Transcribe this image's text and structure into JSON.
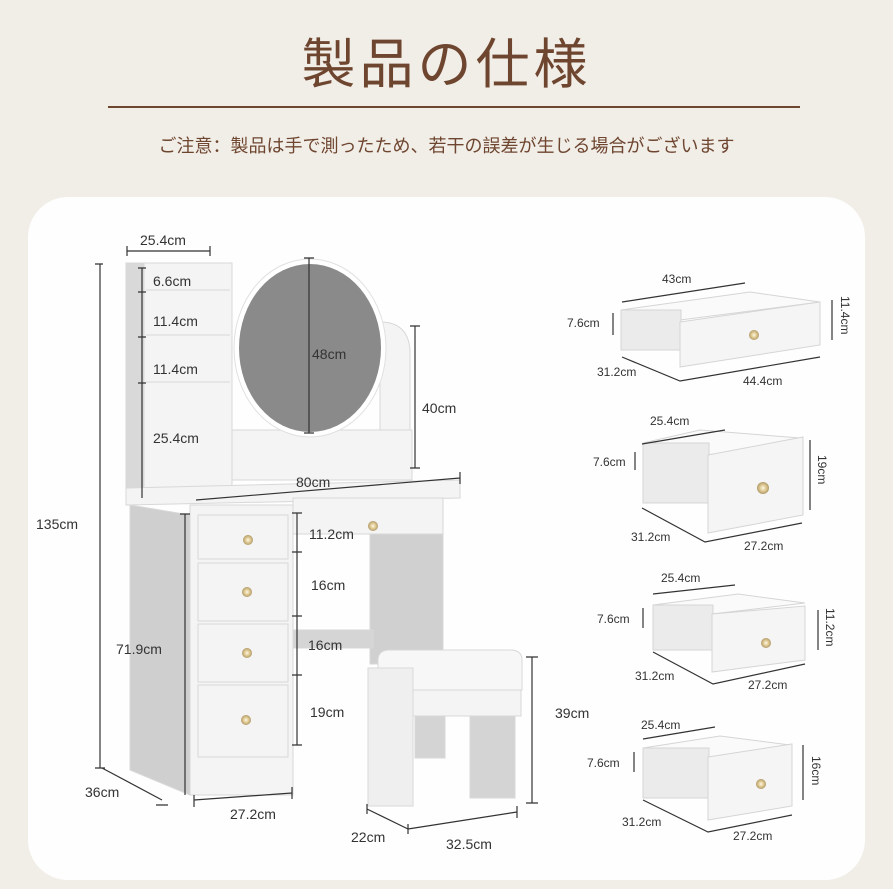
{
  "header": {
    "title": "製品の仕様",
    "note": "ご注意：製品は手で測ったため、若干の誤差が生じる場合がございます"
  },
  "colors": {
    "background": "#f1ede7",
    "accent_brown": "#6e4630",
    "card": "#fefefe",
    "furniture_white": "#f4f4f4",
    "furniture_shadow": "#d6d6d6",
    "mirror": "#8a8a8a",
    "dimension_line": "#333333"
  },
  "vanity": {
    "shelf_width": "25.4cm",
    "shelf_1": "6.6cm",
    "shelf_2": "11.4cm",
    "shelf_3": "11.4cm",
    "shelf_4": "25.4cm",
    "mirror_diameter": "48cm",
    "mirror_stand_height": "40cm",
    "top_width": "80cm",
    "total_height": "135cm",
    "desk_height": "71.9cm",
    "depth": "36cm",
    "cabinet_width": "27.2cm",
    "drawer_top": "11.2cm",
    "drawer_2": "16cm",
    "drawer_3": "16cm",
    "drawer_4": "19cm"
  },
  "stool": {
    "height": "39cm",
    "depth": "22cm",
    "width": "32.5cm"
  },
  "drawers": [
    {
      "name": "long-drawer",
      "back_width": "43cm",
      "side_height": "7.6cm",
      "front_height": "11.4cm",
      "depth": "31.2cm",
      "front_width": "44.4cm"
    },
    {
      "name": "large-drawer",
      "back_width": "25.4cm",
      "side_height": "7.6cm",
      "front_height": "19cm",
      "depth": "31.2cm",
      "front_width": "27.2cm"
    },
    {
      "name": "small-drawer",
      "back_width": "25.4cm",
      "side_height": "7.6cm",
      "front_height": "11.2cm",
      "depth": "31.2cm",
      "front_width": "27.2cm"
    },
    {
      "name": "medium-drawer",
      "back_width": "25.4cm",
      "side_height": "7.6cm",
      "front_height": "16cm",
      "depth": "31.2cm",
      "front_width": "27.2cm"
    }
  ]
}
